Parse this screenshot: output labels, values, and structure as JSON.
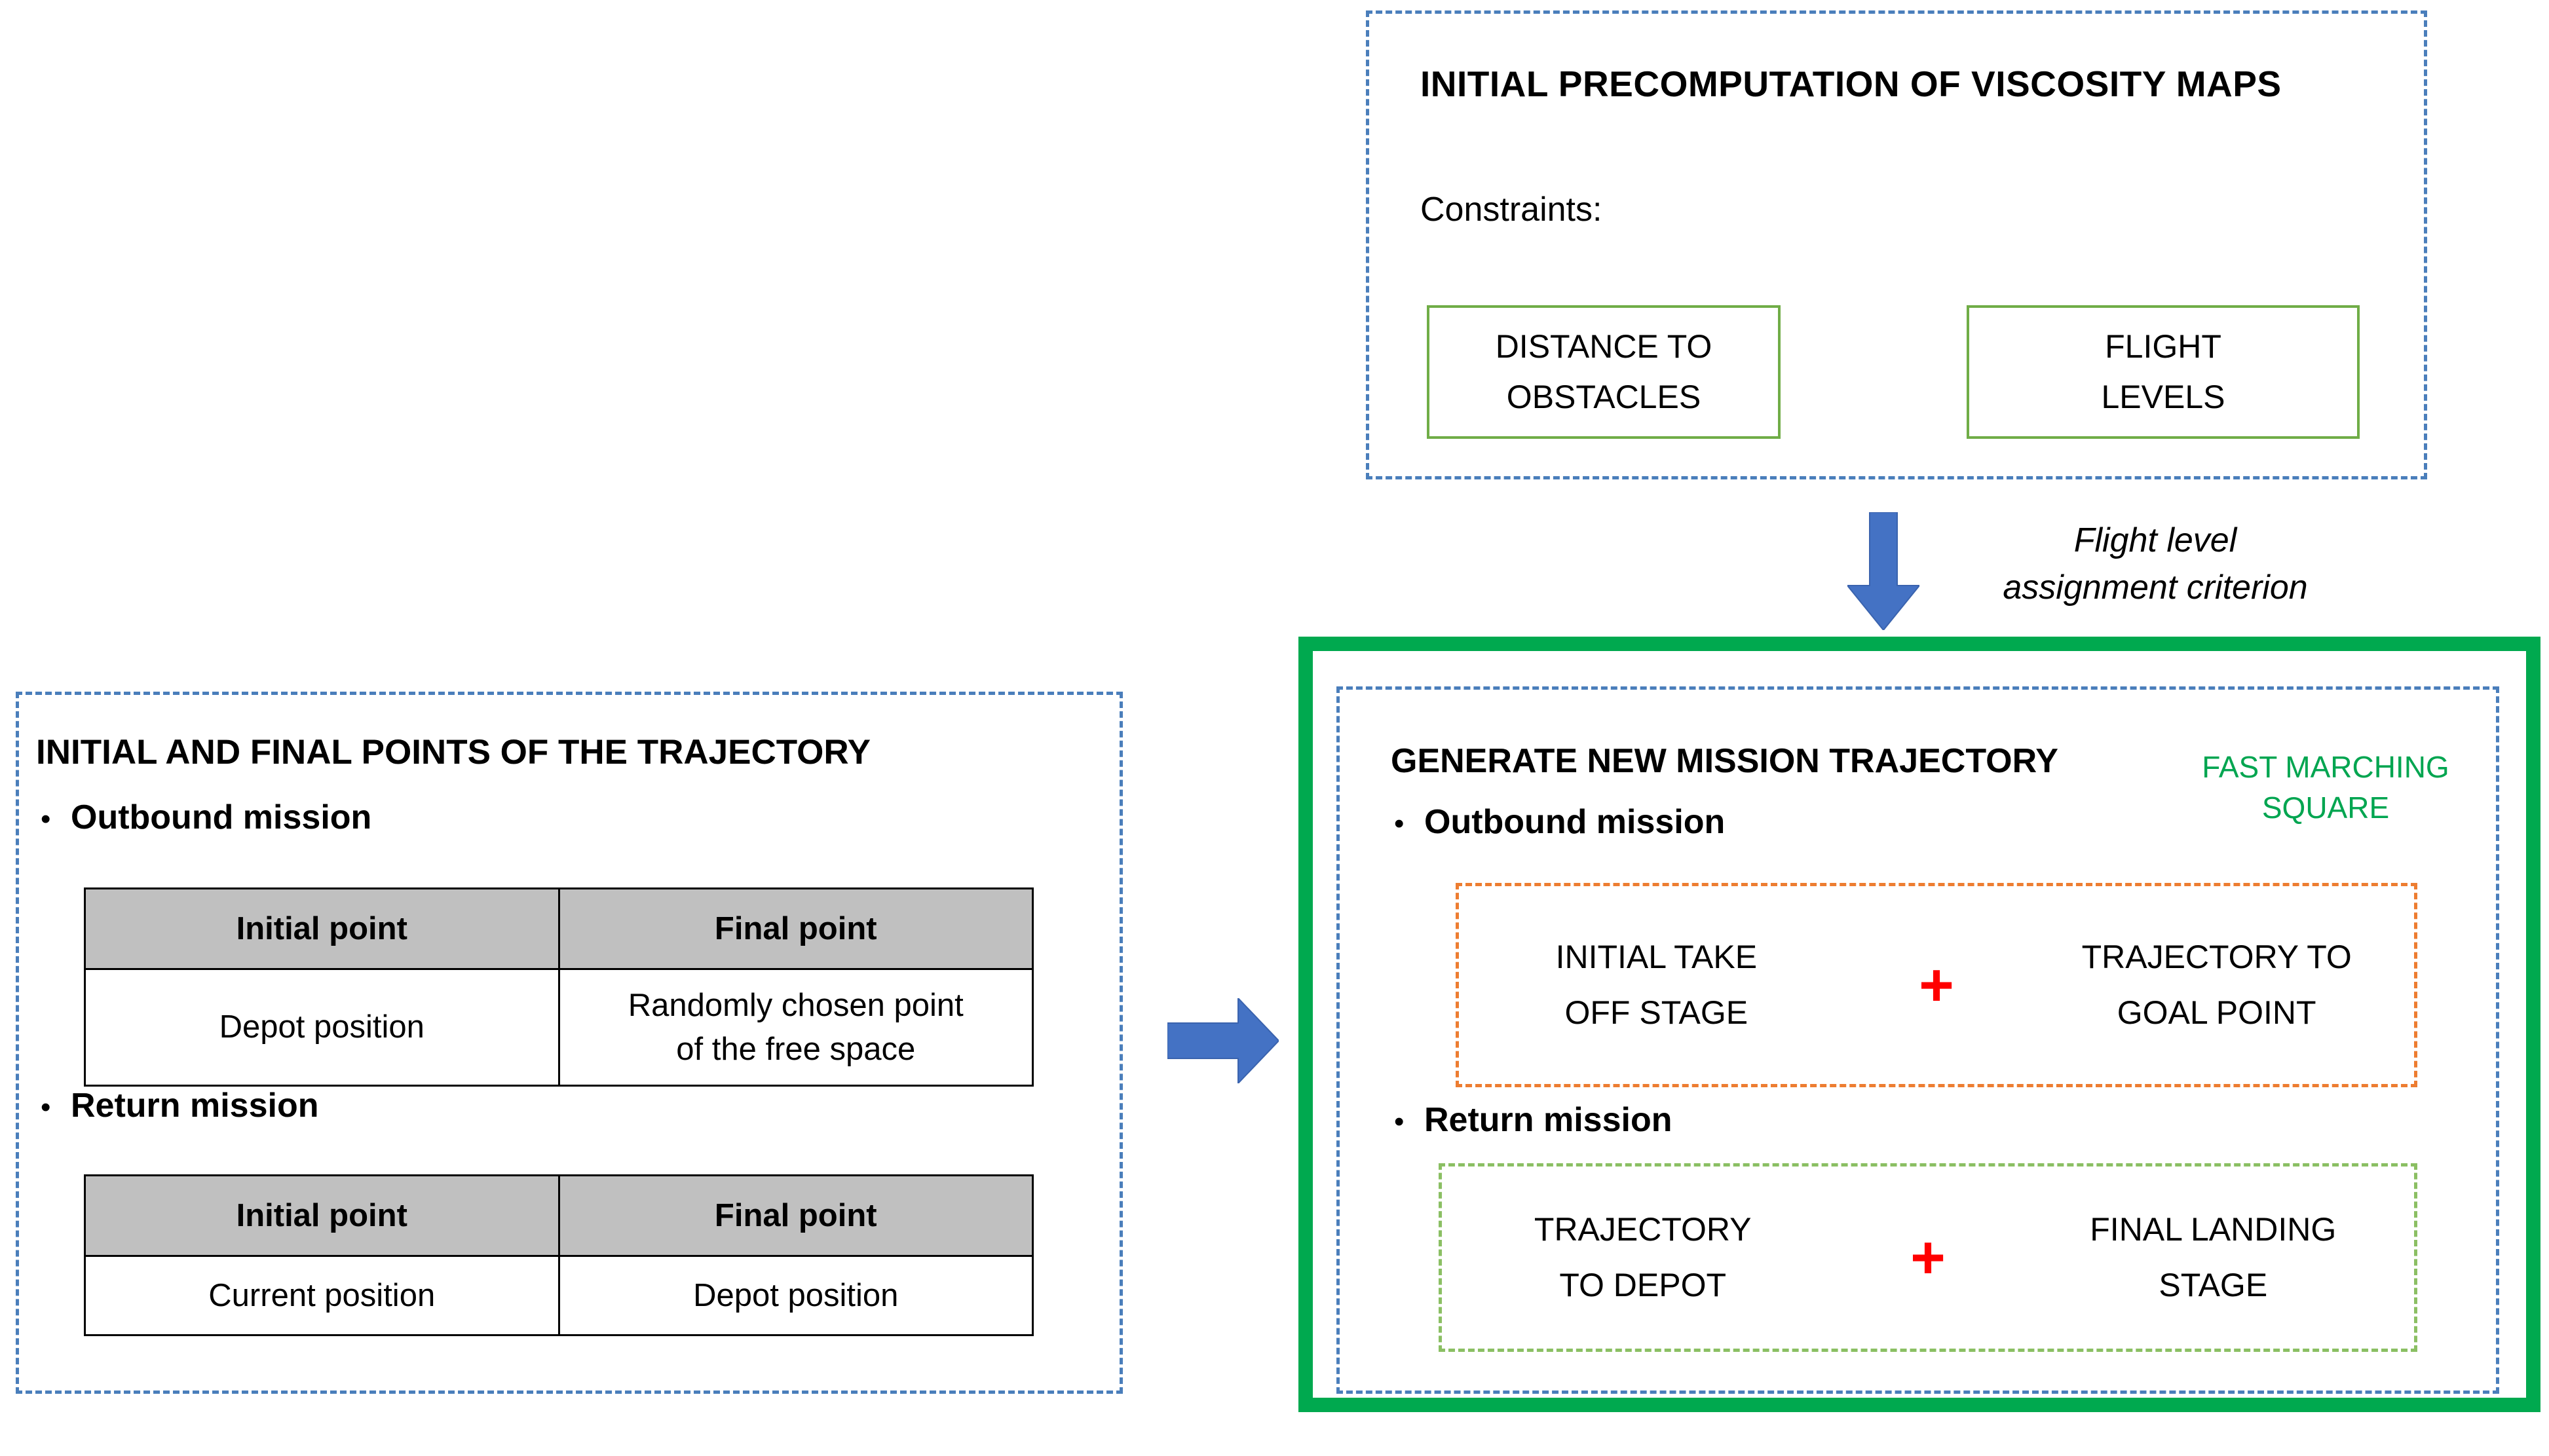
{
  "top_panel": {
    "title": "INITIAL PRECOMPUTATION  OF VISCOSITY MAPS",
    "constraints_label": "Constraints:",
    "constraints": [
      {
        "line1": "DISTANCE  TO",
        "line2": "OBSTACLES"
      },
      {
        "line1": "FLIGHT",
        "line2": "LEVELS"
      }
    ]
  },
  "down_arrow": {
    "icon": "arrow-down-icon",
    "label_line1": "Flight level",
    "label_line2": "assignment criterion"
  },
  "right_arrow": {
    "icon": "arrow-right-icon"
  },
  "left_panel": {
    "title": "INITIAL AND FINAL POINTS OF THE TRAJECTORY",
    "bullet_char": "•",
    "sections": [
      {
        "label": "Outbound  mission",
        "table": {
          "headers": [
            "Initial point",
            "Final point"
          ],
          "rows": [
            [
              "Depot position",
              "Randomly chosen point\nof the free space"
            ]
          ]
        }
      },
      {
        "label": "Return mission",
        "table": {
          "headers": [
            "Initial point",
            "Final point"
          ],
          "rows": [
            [
              "Current position",
              "Depot position"
            ]
          ]
        }
      }
    ]
  },
  "generate_panel": {
    "title": "GENERATE NEW MISSION TRAJECTORY",
    "method_label_line1": "FAST MARCHING",
    "method_label_line2": "SQUARE",
    "bullet_char": "•",
    "sections": [
      {
        "label": "Outbound  mission",
        "left_line1": "INITIAL TAKE",
        "left_line2": "OFF STAGE",
        "operator": "+",
        "right_line1": "TRAJECTORY  TO",
        "right_line2": "GOAL POINT"
      },
      {
        "label": "Return mission",
        "left_line1": "TRAJECTORY",
        "left_line2": "TO DEPOT",
        "operator": "+",
        "right_line1": "FINAL LANDING",
        "right_line2": "STAGE"
      }
    ]
  },
  "colors": {
    "dashed_blue": "#4a7ebb",
    "green_frame": "#00A94F",
    "constraint_green": "#70ad47",
    "dashed_orange": "#ED7D31",
    "dashed_green": "#8BBF63",
    "plus_red": "#FF0000",
    "arrow_blue": "#4472C4",
    "fms_text_green": "#00A550",
    "table_header_gray": "#c0c0c0"
  }
}
